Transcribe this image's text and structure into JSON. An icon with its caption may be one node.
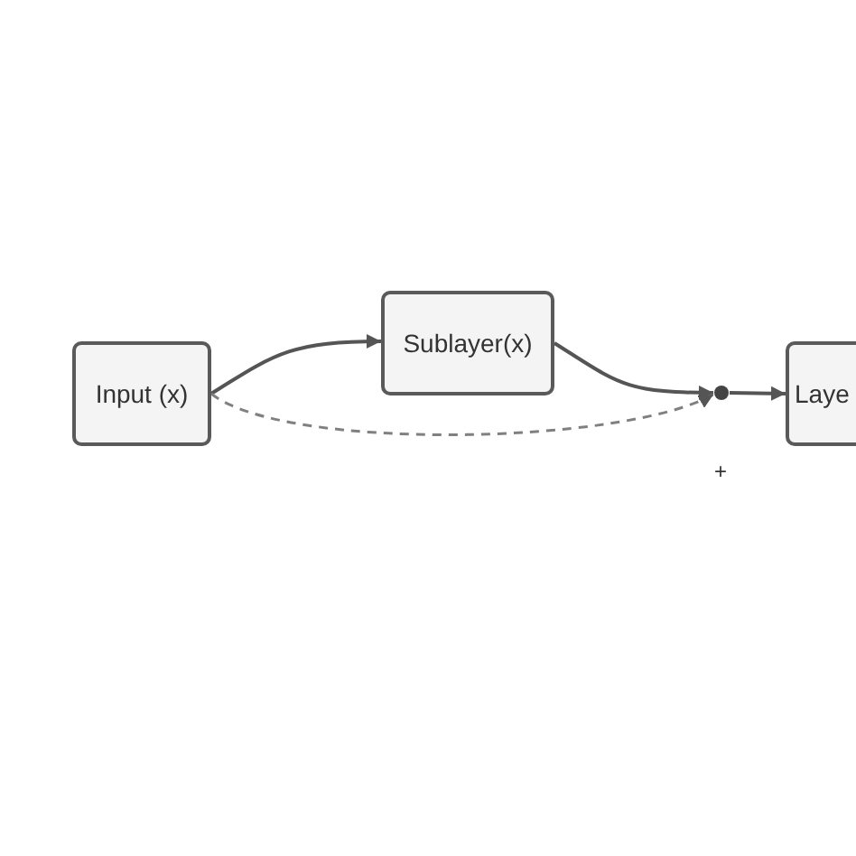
{
  "diagram": {
    "nodes": [
      {
        "text": [
          "Input (x)"
        ]
      },
      {
        "text": [
          "Sublayer(x)"
        ]
      },
      {
        "text": [],
        "shape": "circle",
        "beside": [
          "+"
        ]
      },
      {
        "text": [
          "Laye"
        ]
      }
    ],
    "edges": [
      {
        "from": 0,
        "to": 1,
        "arrow": "to"
      },
      {
        "from": 1,
        "to": 2,
        "arrow": "to"
      },
      {
        "from": 0,
        "to": 2,
        "arrow": "to",
        "style": "dashed",
        "color": "#808080"
      },
      {
        "from": 2,
        "to": 3,
        "arrow": "to"
      }
    ]
  }
}
